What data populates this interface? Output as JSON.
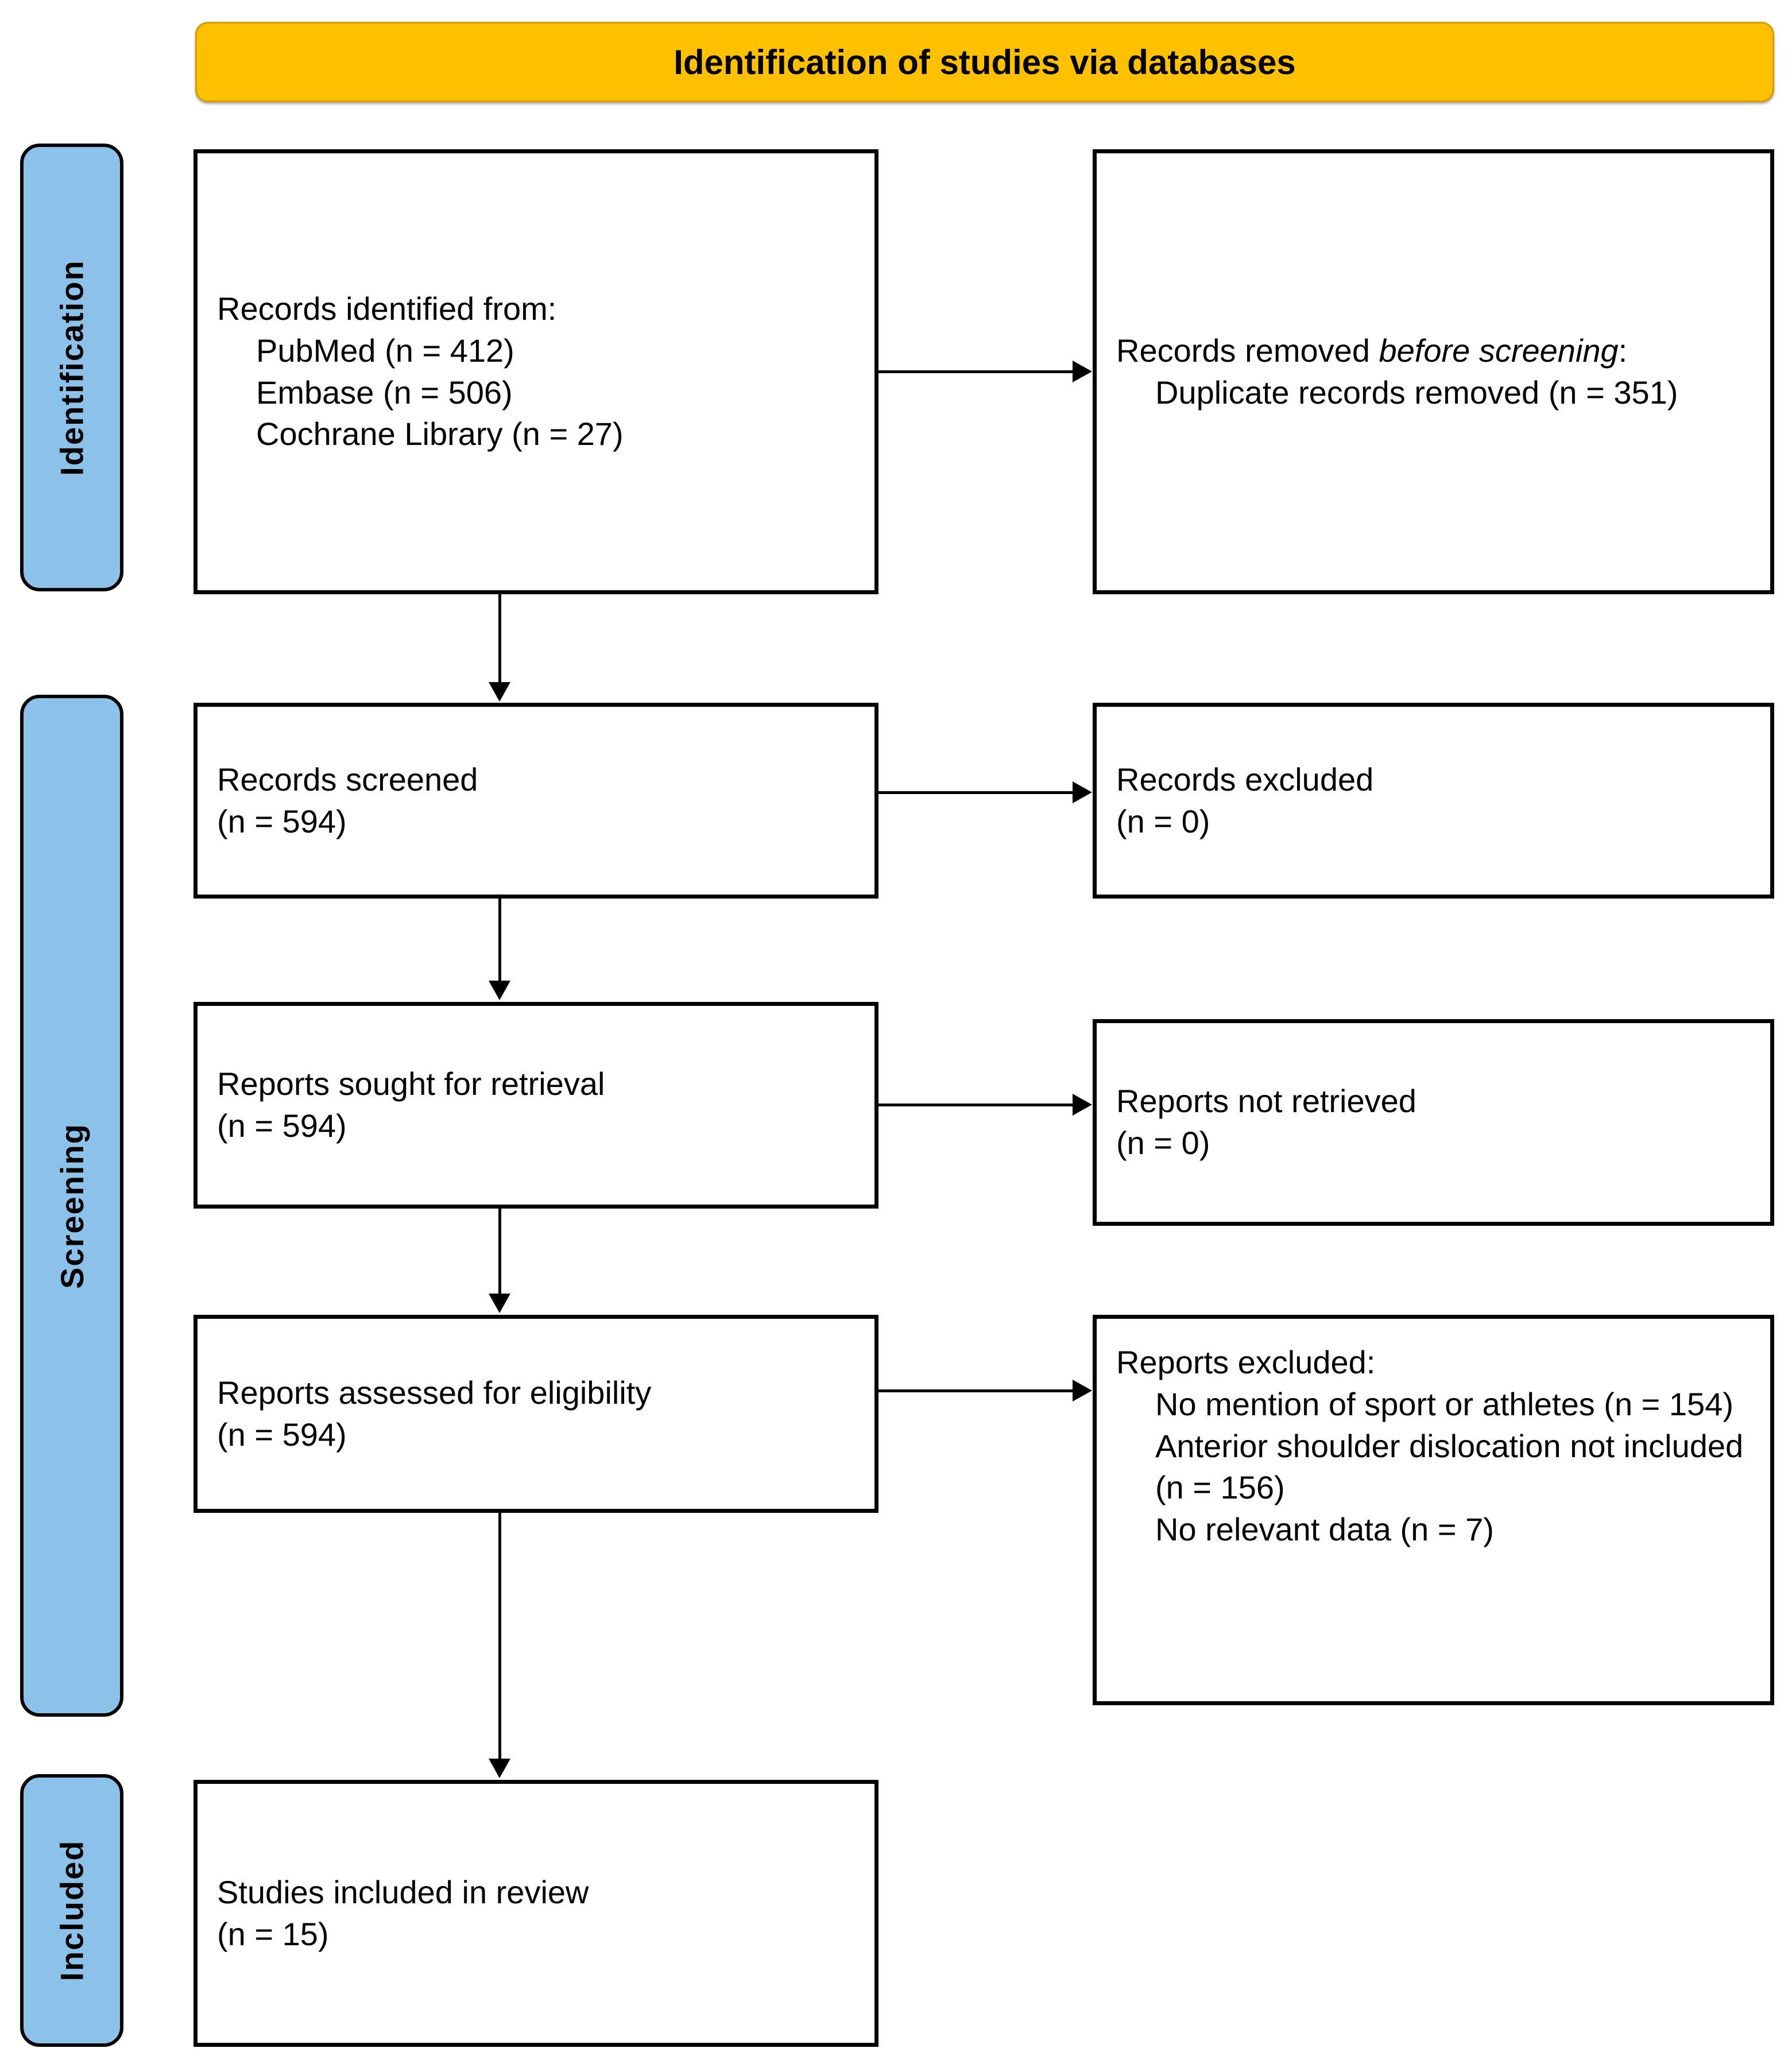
{
  "banner": {
    "title": "Identification of studies via databases"
  },
  "stages": [
    {
      "key": "identification",
      "label": "Identification"
    },
    {
      "key": "screening",
      "label": "Screening"
    },
    {
      "key": "included",
      "label": "Included"
    }
  ],
  "boxes": {
    "records_identified": {
      "heading": "Records identified from:",
      "items": [
        "PubMed (n = 412)",
        "Embase (n = 506)",
        "Cochrane Library (n = 27)"
      ]
    },
    "records_removed": {
      "heading_pre": "Records removed ",
      "heading_italic": "before screening",
      "heading_post": ":",
      "items": [
        "Duplicate records removed (n = 351)"
      ]
    },
    "records_screened": {
      "line1": "Records screened",
      "line2": "(n = 594)"
    },
    "records_excluded": {
      "line1": "Records excluded",
      "line2": "(n = 0)"
    },
    "reports_sought": {
      "line1": "Reports sought for retrieval",
      "line2": "(n = 594)"
    },
    "reports_not_retrieved": {
      "line1": "Reports not retrieved",
      "line2": "(n = 0)"
    },
    "reports_assessed": {
      "line1": "Reports assessed for eligibility",
      "line2": "(n = 594)"
    },
    "reports_excluded": {
      "heading": "Reports excluded:",
      "items": [
        "No mention of sport or athletes (n = 154)",
        "Anterior shoulder dislocation not included (n = 156)",
        "No relevant data (n = 7)"
      ]
    },
    "studies_included": {
      "line1": "Studies included in review",
      "line2": "(n = 15)"
    }
  },
  "colors": {
    "banner_fill": "#ffc000",
    "banner_border": "#d99b00",
    "stage_fill": "#8cc2ea",
    "box_border": "#000000",
    "box_fill": "#ffffff",
    "text": "#000000"
  }
}
